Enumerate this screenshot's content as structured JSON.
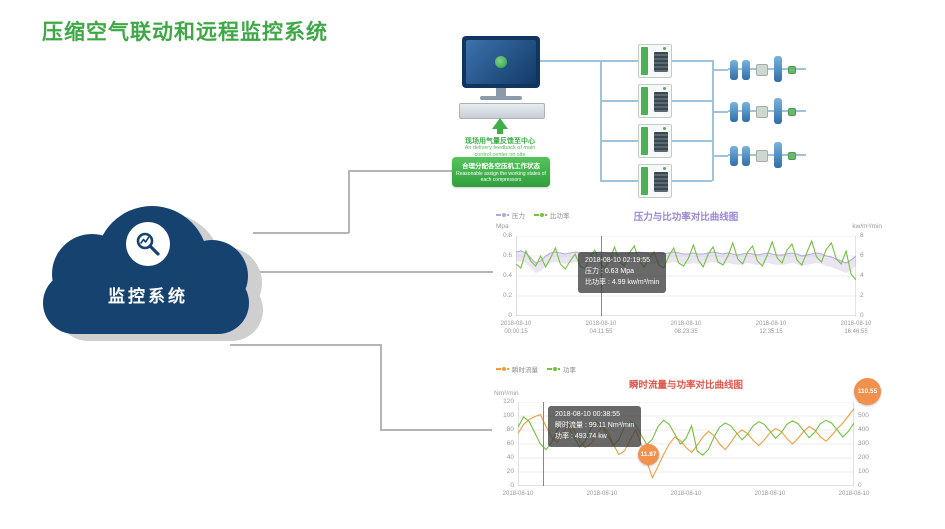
{
  "page": {
    "title": "压缩空气联动和远程监控系统",
    "title_color": "#3fa846",
    "background": "#ffffff"
  },
  "cloud": {
    "label": "监控系统",
    "color": "#16426f"
  },
  "diagram": {
    "feedback_cn": "现场用气量反馈至中心",
    "feedback_en_line1": "Air delivery feedback of main",
    "feedback_en_line2": "control center on site",
    "assign_cn": "合理分配各空压机工作状态",
    "assign_en": "Reasonable assign the working states of each compressors"
  },
  "chart_data": [
    {
      "type": "line",
      "title": "压力与比功率对比曲线图",
      "title_color": "#9b87d6",
      "grid": true,
      "legend_position": "top-left",
      "left_axis": {
        "label": "Mpa",
        "min": 0,
        "max": 0.8,
        "ticks": [
          "0.8",
          "0.6",
          "0.4",
          "0.2",
          "0"
        ]
      },
      "right_axis": {
        "label": "kw/m³/min",
        "min": 0,
        "max": 8,
        "ticks": [
          "8",
          "6",
          "4",
          "2",
          "0"
        ]
      },
      "x_ticks": [
        [
          "2018-08-10",
          "00:00:15"
        ],
        [
          "2018-08-10",
          "04:11:55"
        ],
        [
          "2018-08-10",
          "08:23:35"
        ],
        [
          "2018-08-10",
          "12:35:15"
        ],
        [
          "2018-08-10",
          "16:46:55"
        ]
      ],
      "tooltip": {
        "title": "2018-08-10 02:19:55",
        "lines": [
          "压力 : 0.63 Mpa",
          "比功率 : 4.99 kw/m³/min"
        ]
      },
      "series": [
        {
          "name": "压力",
          "axis": "left",
          "color": "#b4a7db",
          "band": 0.1,
          "values": [
            0.64,
            0.65,
            0.63,
            0.58,
            0.53,
            0.55,
            0.6,
            0.63,
            0.64,
            0.63,
            0.62,
            0.63,
            0.64,
            0.63,
            0.63,
            0.62,
            0.63,
            0.64,
            0.63,
            0.62,
            0.63,
            0.62,
            0.62,
            0.63,
            0.63,
            0.64,
            0.63,
            0.62,
            0.62,
            0.63,
            0.62,
            0.63,
            0.64,
            0.63,
            0.62,
            0.62,
            0.63,
            0.62,
            0.62,
            0.63,
            0.64,
            0.63,
            0.62,
            0.63,
            0.62,
            0.61,
            0.62,
            0.63,
            0.62,
            0.61,
            0.62,
            0.63,
            0.62,
            0.61,
            0.61,
            0.62,
            0.63,
            0.62,
            0.6,
            0.61,
            0.62,
            0.63,
            0.62,
            0.6,
            0.59,
            0.57,
            0.55,
            0.53,
            0.56,
            0.6
          ]
        },
        {
          "name": "比功率",
          "axis": "right",
          "color": "#76c043",
          "values": [
            5.2,
            4.8,
            6.5,
            5.5,
            4.99,
            6.0,
            4.9,
            5.8,
            6.8,
            5.2,
            4.7,
            5.5,
            6.2,
            5.0,
            4.7,
            5.9,
            6.6,
            5.3,
            4.8,
            5.6,
            6.9,
            5.4,
            5.0,
            6.3,
            7.0,
            5.5,
            4.9,
            5.7,
            6.4,
            5.1,
            4.8,
            6.0,
            6.8,
            5.3,
            5.0,
            5.8,
            7.1,
            5.6,
            4.9,
            6.2,
            6.9,
            5.4,
            5.1,
            6.0,
            7.3,
            5.7,
            5.2,
            6.4,
            7.0,
            5.5,
            5.0,
            6.1,
            7.4,
            5.8,
            5.3,
            6.6,
            7.2,
            5.6,
            5.1,
            6.3,
            7.5,
            5.9,
            5.4,
            6.7,
            7.3,
            5.7,
            5.2,
            6.5,
            4.2,
            3.6
          ]
        }
      ]
    },
    {
      "type": "line",
      "title": "瞬时流量与功率对比曲线图",
      "title_color": "#e2574c",
      "grid": true,
      "legend_position": "top-left",
      "left_axis": {
        "label": "Nm³/min",
        "min": 0,
        "max": 120,
        "ticks": [
          "120",
          "100",
          "80",
          "60",
          "40",
          "20",
          "0"
        ]
      },
      "right_axis": {
        "label": "",
        "min": 0,
        "max": 600,
        "ticks": [
          "600",
          "500",
          "400",
          "300",
          "200",
          "100",
          "0"
        ]
      },
      "x_ticks": [
        [
          "2018-08-10"
        ],
        [
          "2018-08-10"
        ],
        [
          "2018-08-10"
        ],
        [
          "2018-08-10"
        ],
        [
          "2018-08-10"
        ]
      ],
      "tooltip": {
        "title": "2018-08-10 00:38:55",
        "lines": [
          "瞬时流量 : 99.11 Nm³/min",
          "功率 : 493.74 kw"
        ]
      },
      "markers": [
        {
          "value": "110.55"
        },
        {
          "value": "11.87"
        }
      ],
      "series": [
        {
          "name": "瞬时流量",
          "axis": "left",
          "color": "#f39c3d",
          "values": [
            75,
            88,
            95,
            99.11,
            102,
            85,
            70,
            62,
            75,
            88,
            80,
            65,
            55,
            60,
            72,
            85,
            78,
            60,
            45,
            50,
            65,
            80,
            60,
            35,
            11.87,
            28,
            45,
            60,
            70,
            65,
            55,
            48,
            58,
            70,
            78,
            72,
            60,
            52,
            62,
            74,
            80,
            75,
            65,
            58,
            66,
            76,
            82,
            78,
            68,
            60,
            68,
            78,
            85,
            80,
            70,
            64,
            72,
            82,
            90,
            100,
            110.55
          ]
        },
        {
          "name": "功率",
          "axis": "right",
          "color": "#76c043",
          "values": [
            420,
            493.74,
            460,
            380,
            300,
            260,
            310,
            400,
            450,
            420,
            350,
            280,
            320,
            410,
            460,
            430,
            360,
            290,
            330,
            420,
            465,
            435,
            365,
            295,
            335,
            425,
            470,
            440,
            370,
            300,
            340,
            430,
            250,
            220,
            260,
            350,
            420,
            450,
            430,
            380,
            330,
            370,
            430,
            460,
            440,
            390,
            340,
            380,
            440,
            465,
            445,
            395,
            345,
            385,
            445,
            470,
            450,
            400,
            350,
            390,
            450
          ]
        }
      ]
    }
  ]
}
